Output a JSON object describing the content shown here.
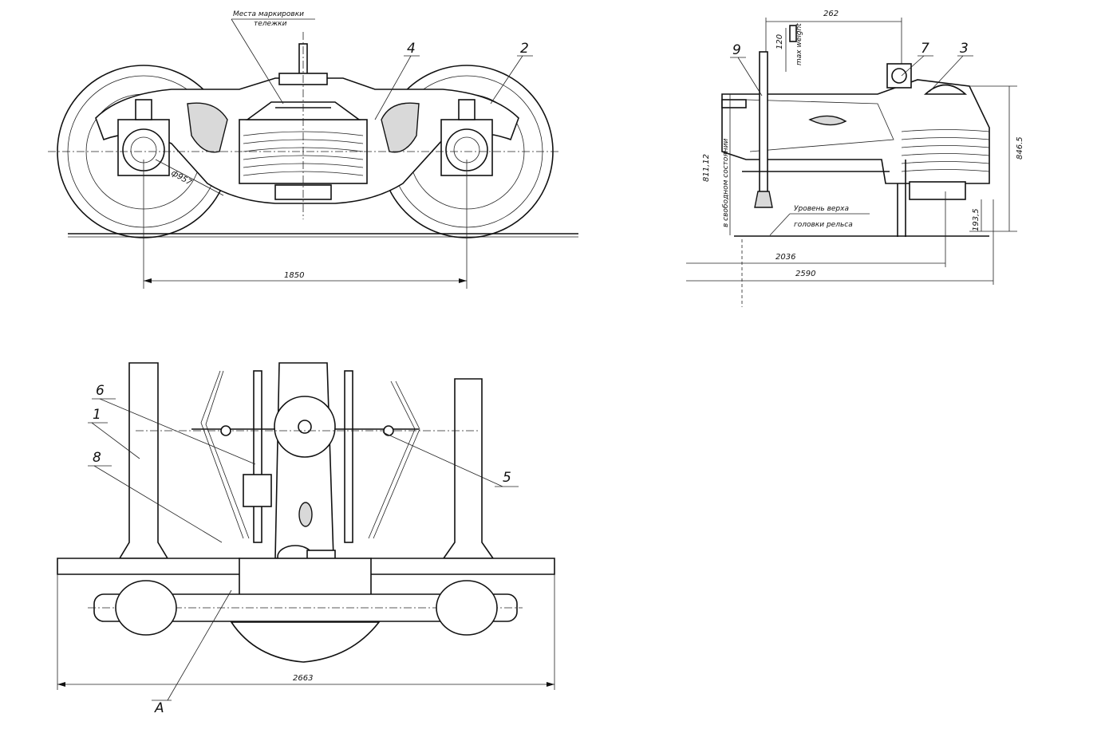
{
  "side_view": {
    "note_line1": "Места маркировки",
    "note_line2": "тележки",
    "dim_wheelbase": "1850",
    "dim_wheel_dia": "ф957",
    "callout_2": "2",
    "callout_4": "4"
  },
  "section_view": {
    "dim_top": "262",
    "dim_120": "120",
    "dim_120_note": "max weight",
    "dim_height": "846.5",
    "dim_left_vertical": "811,12",
    "dim_left_note": "в свободном состоянии",
    "dim_2036": "2036",
    "dim_2590": "2590",
    "dim_small": "193,5",
    "rail_note_line1": "Уровень верха",
    "rail_note_line2": "головки рельса",
    "callout_9": "9",
    "callout_7": "7",
    "callout_3": "3"
  },
  "end_view": {
    "callout_6": "6",
    "callout_1": "1",
    "callout_8": "8",
    "callout_5": "5",
    "callout_A": "А",
    "dim_width": "2663"
  }
}
